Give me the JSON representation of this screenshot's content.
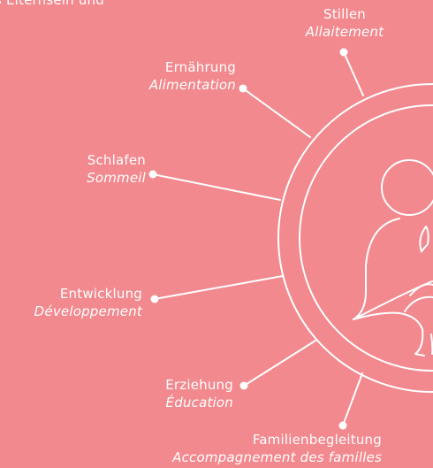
{
  "heading_fragment": "s Elternsein und",
  "topics": [
    {
      "id": "stillen",
      "de": "Stillen",
      "fr": "Allaitement"
    },
    {
      "id": "ernaehrung",
      "de": "Ernährung",
      "fr": "Alimentation"
    },
    {
      "id": "schlafen",
      "de": "Schlafen",
      "fr": "Sommeil"
    },
    {
      "id": "entwicklung",
      "de": "Entwicklung",
      "fr": "Développement"
    },
    {
      "id": "erziehung",
      "de": "Erziehung",
      "fr": "Éducation"
    },
    {
      "id": "familienbegleitung",
      "de": "Familienbegleitung",
      "fr": "Accompagnement des familles"
    }
  ],
  "colors": {
    "background": "#F2898E",
    "foreground": "#FFFFFF"
  },
  "center_icon": "parent-holding-baby-icon"
}
